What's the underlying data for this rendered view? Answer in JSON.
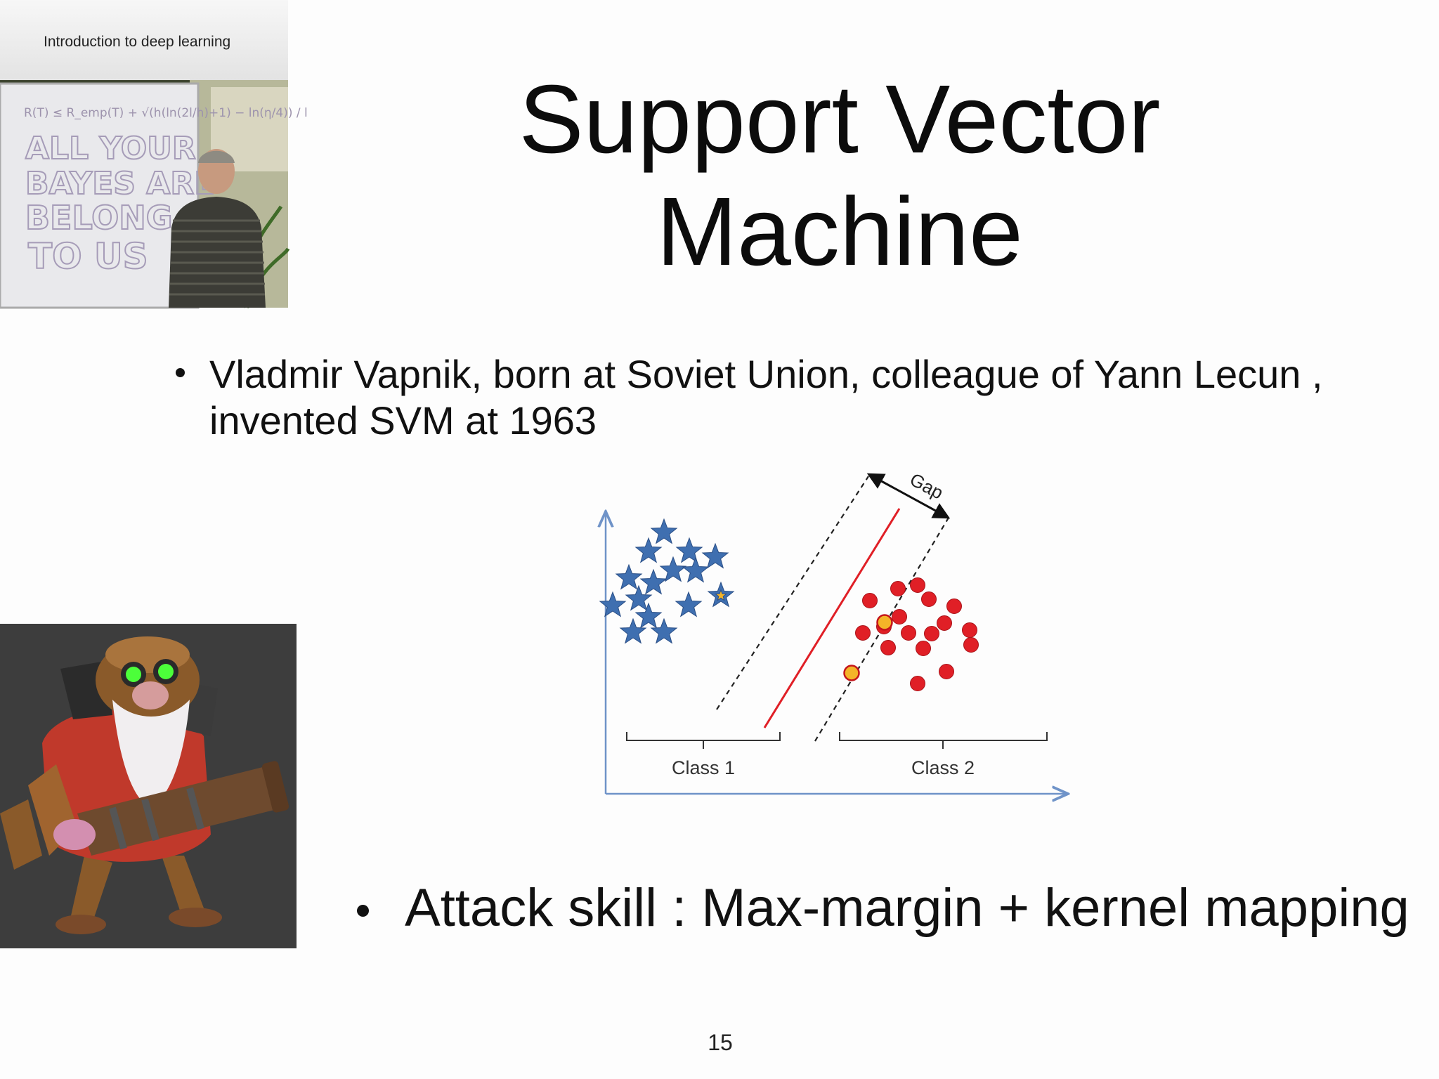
{
  "header": {
    "course_title": "Introduction to deep learning"
  },
  "title": {
    "line1": "Support Vector",
    "line2": "Machine"
  },
  "bullets": [
    {
      "text": "Vladmir Vapnik, born at Soviet Union, colleague of Yann Lecun , invented SVM at 1963"
    },
    {
      "text": "Attack skill : Max-margin + kernel mapping"
    }
  ],
  "figure": {
    "gap_label": "Gap",
    "class1_label": "Class 1",
    "class2_label": "Class 2",
    "colors": {
      "axis": "#6f93c8",
      "star": "#3f6fb0",
      "dot": "#e01f26",
      "support": "#f4b428",
      "separator": "#e01f26"
    }
  },
  "photo": {
    "whiteboard_lines": [
      "ALL YOUR",
      "BAYES ARE",
      "BELONG",
      "TO US"
    ],
    "formula": "R(T) ≤ R_emp(T) + √(h(ln(2l/h)+1) − ln(η/4)) / l"
  },
  "page_number": "15"
}
